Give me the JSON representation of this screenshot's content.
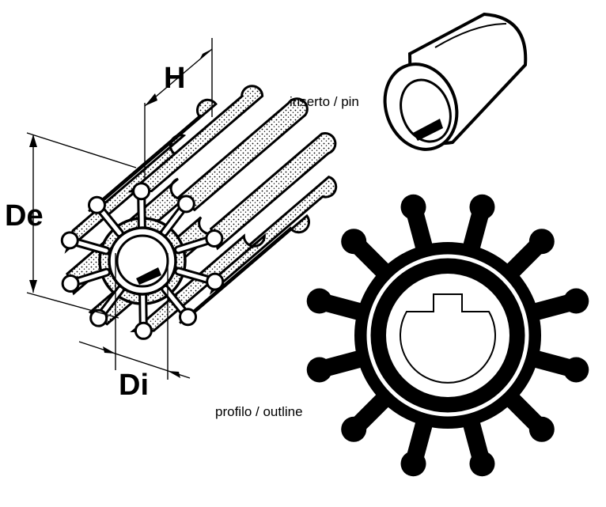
{
  "labels": {
    "height": "H",
    "outer_diameter": "De",
    "inner_diameter": "Di",
    "pin": "inserto / pin",
    "outline": "profilo / outline"
  },
  "colors": {
    "ink": "#000000",
    "paper": "#ffffff",
    "stipple": "#c9c9c9"
  },
  "outline_profile": {
    "blade_count": 12
  },
  "perspective_impeller": {
    "blade_count": 10
  }
}
